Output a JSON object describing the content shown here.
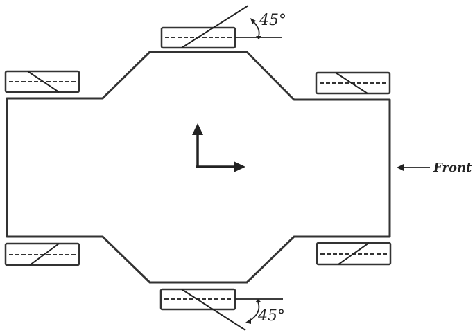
{
  "labels": {
    "angle_top": "45°",
    "angle_bottom": "45°",
    "front": "Front"
  },
  "colors": {
    "stroke": "#333333",
    "background": "#ffffff"
  },
  "wheels": [
    {
      "id": "top-center",
      "roller": "rising"
    },
    {
      "id": "top-left",
      "roller": "falling"
    },
    {
      "id": "top-right",
      "roller": "falling"
    },
    {
      "id": "bottom-left",
      "roller": "rising"
    },
    {
      "id": "bottom-right",
      "roller": "rising"
    },
    {
      "id": "bottom-center",
      "roller": "falling"
    }
  ]
}
